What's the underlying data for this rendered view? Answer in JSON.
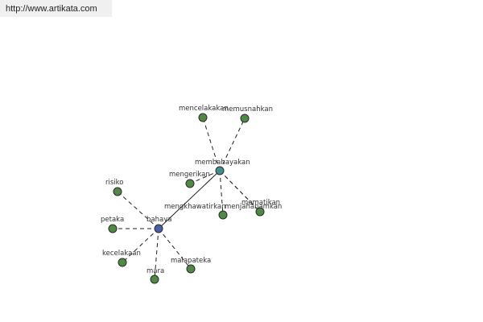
{
  "source_url": "http://www.artikata.com",
  "colors": {
    "hub_primary": "#4a5fa8",
    "hub_secondary": "#3f8f8c",
    "leaf": "#4f8a45",
    "node_stroke": "#2b2b2b",
    "edge": "#222222"
  },
  "nodes": {
    "bahaya": {
      "label": "bahaya",
      "kind": "hub_primary"
    },
    "membahayakan": {
      "label": "membahayakan",
      "kind": "hub_secondary"
    },
    "mencelakakan": {
      "label": "mencelakakan",
      "kind": "leaf"
    },
    "memusnahkan": {
      "label": "memusnahkan",
      "kind": "leaf"
    },
    "mengerikan": {
      "label": "mengerikan",
      "kind": "leaf"
    },
    "mengkhawatirkan": {
      "label": "mengkhawatirkan",
      "kind": "leaf"
    },
    "menjahanamkan": {
      "label": "menjahanamkan",
      "kind": "leaf"
    },
    "mematikan": {
      "label": "mematikan",
      "kind": "leaf"
    },
    "risiko": {
      "label": "risiko",
      "kind": "leaf"
    },
    "petaka": {
      "label": "petaka",
      "kind": "leaf"
    },
    "kecelakaan": {
      "label": "kecelakaan",
      "kind": "leaf"
    },
    "mara": {
      "label": "mara",
      "kind": "leaf"
    },
    "malapateka": {
      "label": "malapateka",
      "kind": "leaf"
    }
  },
  "edges": [
    {
      "from": "bahaya",
      "to": "membahayakan",
      "style": "solid"
    },
    {
      "from": "membahayakan",
      "to": "mencelakakan",
      "style": "dashed"
    },
    {
      "from": "membahayakan",
      "to": "memusnahkan",
      "style": "dashed"
    },
    {
      "from": "membahayakan",
      "to": "mengerikan",
      "style": "dashed"
    },
    {
      "from": "membahayakan",
      "to": "mengkhawatirkan",
      "style": "dashed"
    },
    {
      "from": "membahayakan",
      "to": "menjahanamkan",
      "style": "dashed"
    },
    {
      "from": "membahayakan",
      "to": "mematikan",
      "style": "dashed"
    },
    {
      "from": "bahaya",
      "to": "risiko",
      "style": "dashed"
    },
    {
      "from": "bahaya",
      "to": "petaka",
      "style": "dashed"
    },
    {
      "from": "bahaya",
      "to": "kecelakaan",
      "style": "dashed"
    },
    {
      "from": "bahaya",
      "to": "mara",
      "style": "dashed"
    },
    {
      "from": "bahaya",
      "to": "malapateka",
      "style": "dashed"
    }
  ]
}
